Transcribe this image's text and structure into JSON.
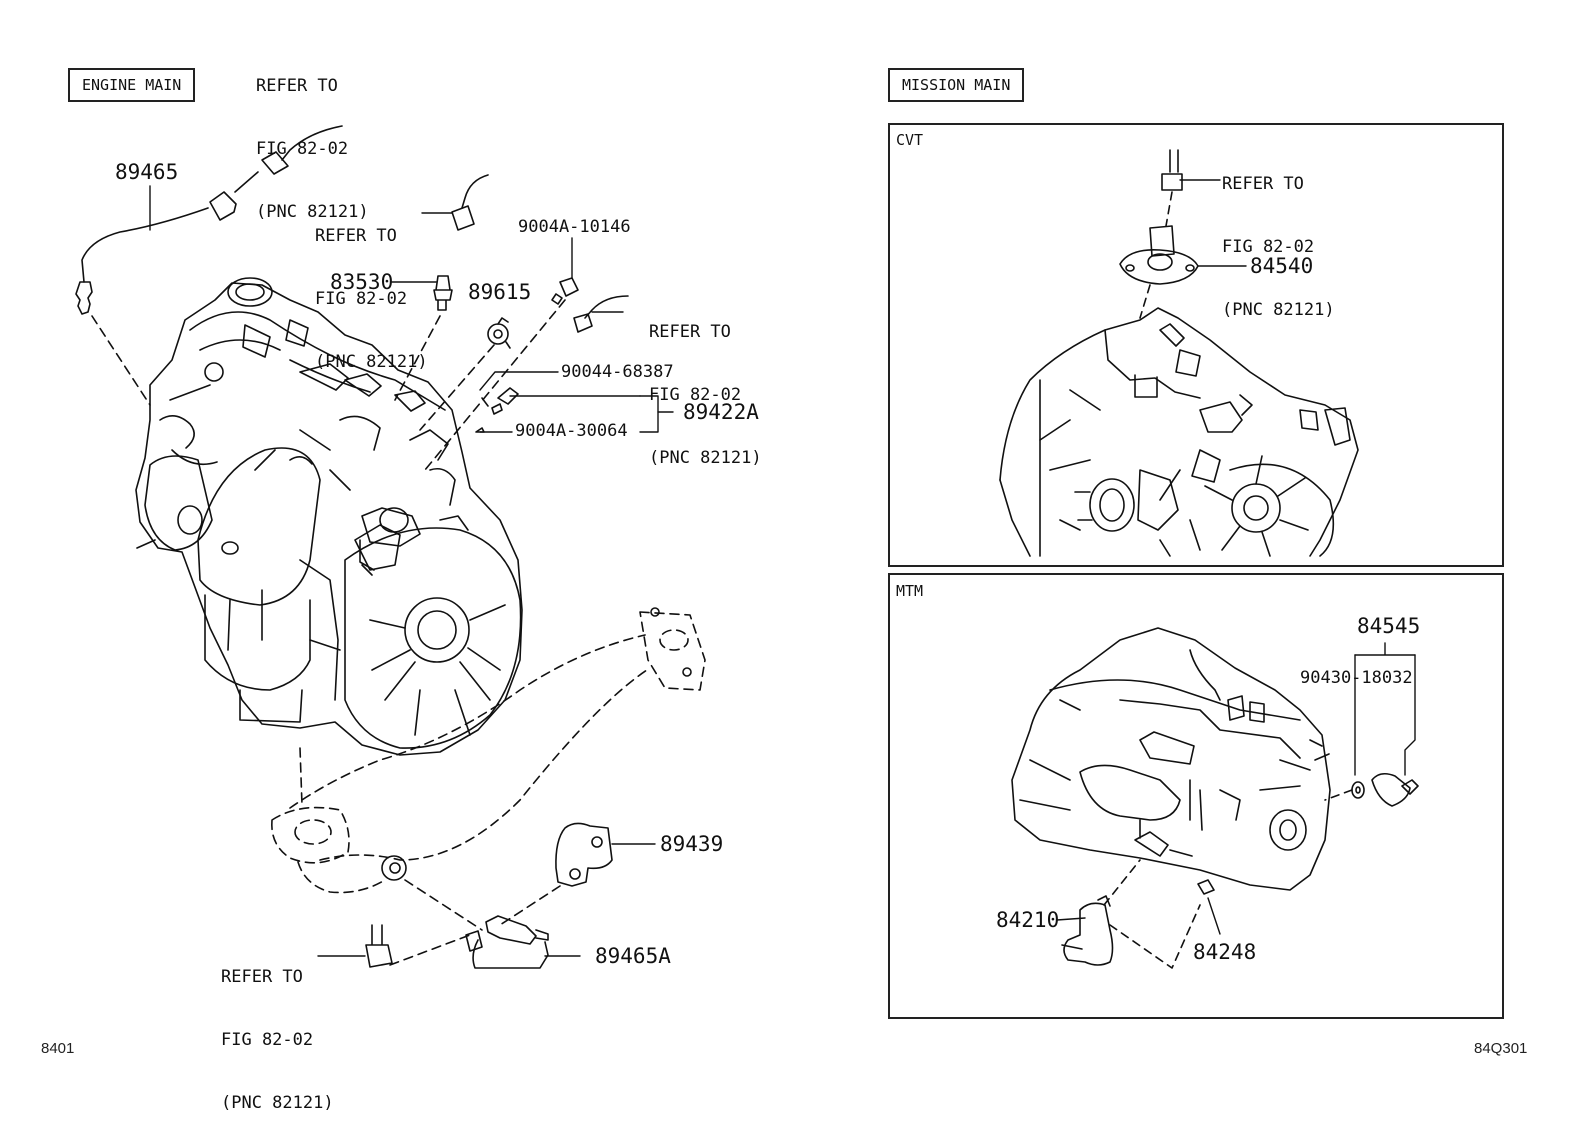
{
  "sections": {
    "engine_main": "ENGINE MAIN",
    "mission_main": "MISSION MAIN",
    "cvt": "CVT",
    "mtm": "MTM"
  },
  "refer": {
    "line1": "REFER TO",
    "line2": "FIG 82-02",
    "line3": "(PNC 82121)"
  },
  "parts": {
    "p89465": "89465",
    "p83530": "83530",
    "p89615": "89615",
    "p9004A_10146": "9004A-10146",
    "p90044_68387": "90044-68387",
    "p89422A": "89422A",
    "p9004A_30064": "9004A-30064",
    "p89439": "89439",
    "p89465A": "89465A",
    "p84540": "84540",
    "p84545": "84545",
    "p90430_18032": "90430-18032",
    "p84210": "84210",
    "p84248": "84248"
  },
  "footer": {
    "left": "8401",
    "right": "84Q301"
  }
}
